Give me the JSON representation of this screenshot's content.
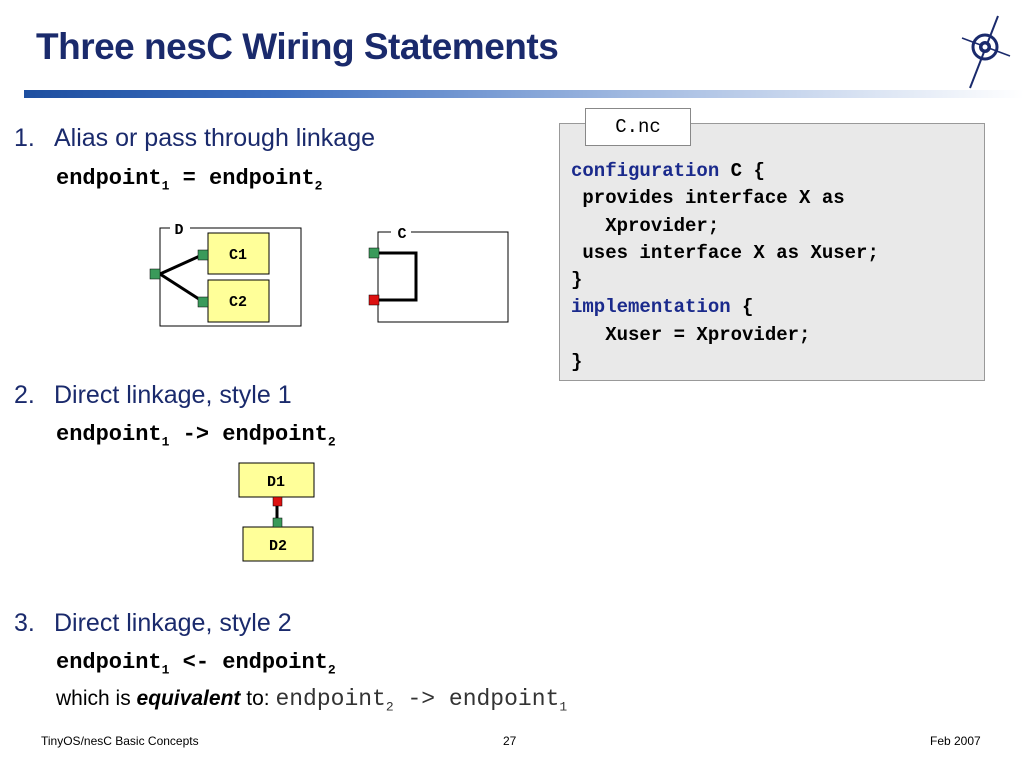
{
  "slide": {
    "title": "Three nesC Wiring Statements",
    "items": [
      {
        "num": "1.",
        "label": "Alias or pass through linkage",
        "lhs": "endpoint",
        "lhs_sub": "1",
        "op": " = ",
        "rhs": "endpoint",
        "rhs_sub": "2"
      },
      {
        "num": "2.",
        "label": "Direct linkage, style 1",
        "lhs": "endpoint",
        "lhs_sub": "1",
        "op": " -> ",
        "rhs": "endpoint",
        "rhs_sub": "2"
      },
      {
        "num": "3.",
        "label": "Direct linkage, style 2",
        "lhs": "endpoint",
        "lhs_sub": "1",
        "op": " <- ",
        "rhs": "endpoint",
        "rhs_sub": "2"
      }
    ],
    "equivalence": {
      "prefix": "which is ",
      "emph": "equivalent",
      "suffix": " to: ",
      "lhs": "endpoint",
      "lhs_sub": "2",
      "op": " -> ",
      "rhs": "endpoint",
      "rhs_sub": "1"
    },
    "diagram1": {
      "outer": "D",
      "inner_top": "C1",
      "inner_bottom": "C2"
    },
    "diagram1b": {
      "outer": "C"
    },
    "diagram2": {
      "top": "D1",
      "bottom": "D2"
    },
    "code": {
      "filename": "C.nc",
      "lines": [
        [
          {
            "t": "configuration",
            "kw": true
          },
          {
            "t": " C {"
          }
        ],
        [
          {
            "t": " provides interface X as"
          }
        ],
        [
          {
            "t": "   Xprovider;"
          }
        ],
        [
          {
            "t": " uses interface X as Xuser;"
          }
        ],
        [
          {
            "t": "}"
          }
        ],
        [
          {
            "t": "implementation",
            "kw": true
          },
          {
            "t": " {"
          }
        ],
        [
          {
            "t": "   Xuser = Xprovider;"
          }
        ],
        [
          {
            "t": "}"
          }
        ]
      ]
    },
    "footer": {
      "left": "TinyOS/nesC Basic Concepts",
      "center": "27",
      "right": "Feb 2007"
    },
    "colors": {
      "title": "#1a2a6c",
      "keyword": "#1a2a8c",
      "component_fill": "#ffff99",
      "port_green": "#3a9a5a",
      "port_red": "#dd1111"
    }
  }
}
